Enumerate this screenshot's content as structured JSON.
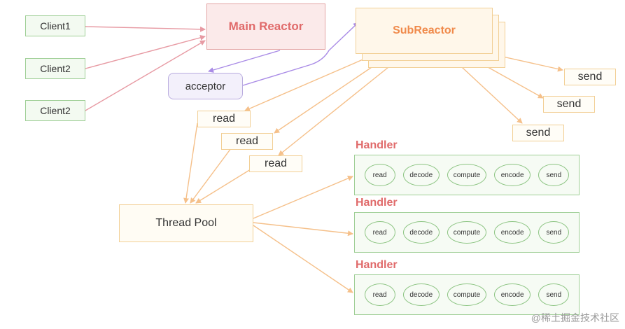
{
  "clients": [
    {
      "label": "Client1"
    },
    {
      "label": "Client2"
    },
    {
      "label": "Client2"
    }
  ],
  "main_reactor": {
    "label": "Main Reactor"
  },
  "sub_reactor": {
    "label": "SubReactor"
  },
  "acceptor": {
    "label": "acceptor"
  },
  "reads": [
    {
      "label": "read"
    },
    {
      "label": "read"
    },
    {
      "label": "read"
    }
  ],
  "sends": [
    {
      "label": "send"
    },
    {
      "label": "send"
    },
    {
      "label": "send"
    }
  ],
  "thread_pool": {
    "label": "Thread Pool"
  },
  "handlers": [
    {
      "title": "Handler",
      "steps": [
        "read",
        "decode",
        "compute",
        "encode",
        "send"
      ]
    },
    {
      "title": "Handler",
      "steps": [
        "read",
        "decode",
        "compute",
        "encode",
        "send"
      ]
    },
    {
      "title": "Handler",
      "steps": [
        "read",
        "decode",
        "compute",
        "encode",
        "send"
      ]
    }
  ],
  "watermark": "@稀土掘金技术社区",
  "colors": {
    "client_to_main": "#e79aa3",
    "main_to_acceptor": "#a98be6",
    "orange_flow": "#f5c08a",
    "handler_border": "#9fcf96",
    "title_red": "#e06a6a",
    "sub_orange": "#f08a4b"
  }
}
